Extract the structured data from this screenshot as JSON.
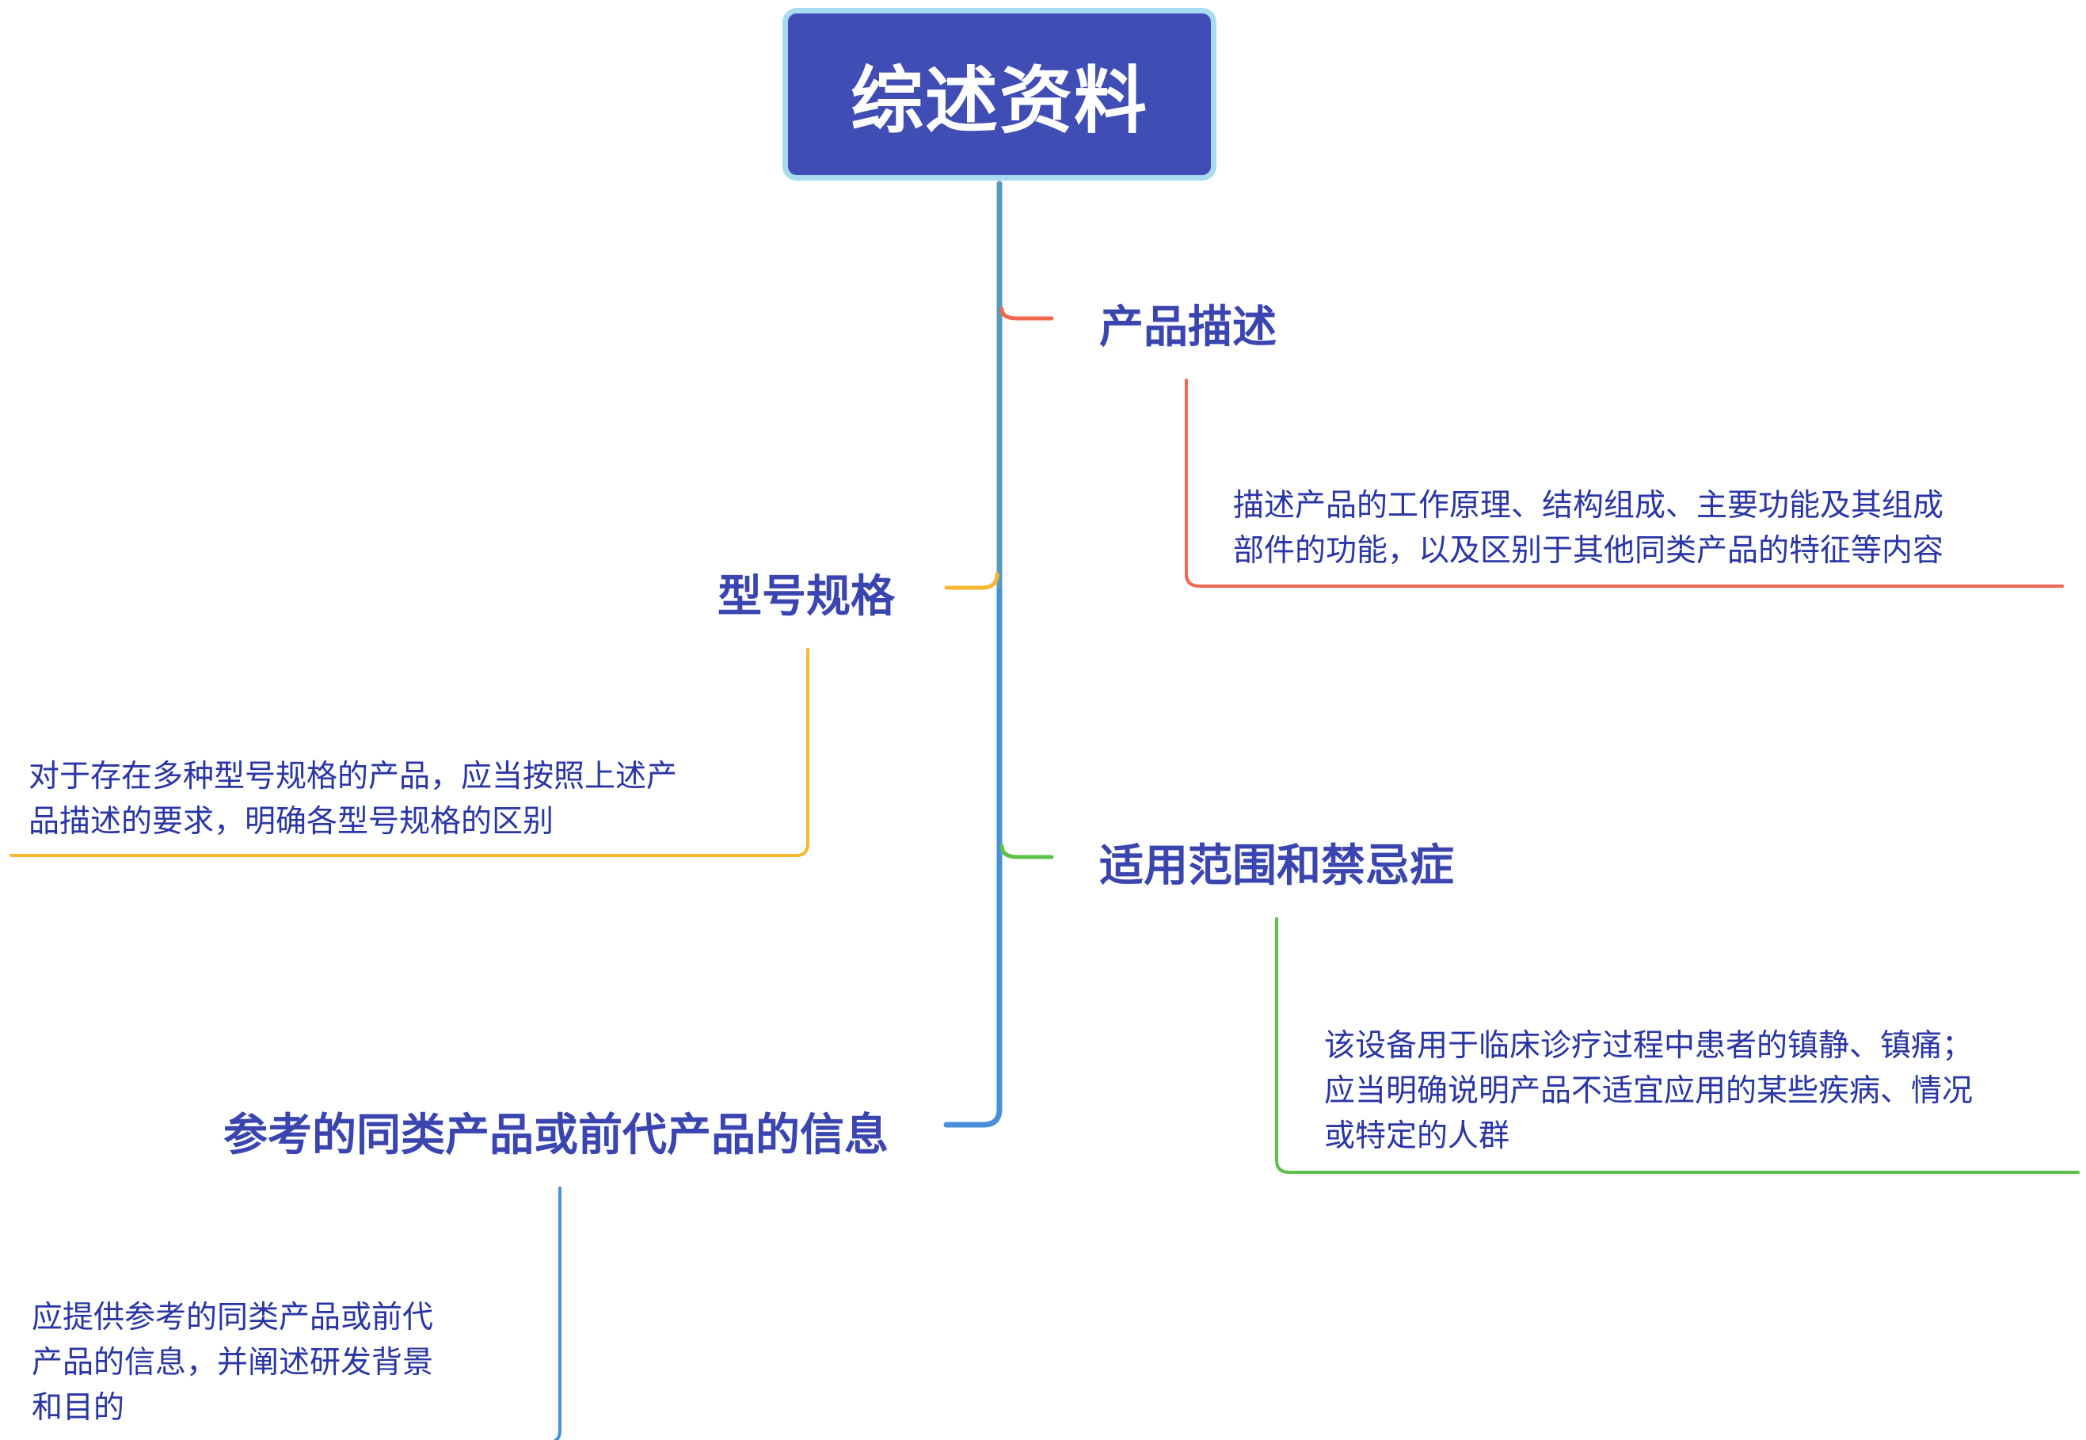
{
  "root": {
    "title": "综述资料",
    "fill": "#3f4db4",
    "border": "#a8daf2"
  },
  "colors": {
    "red": "#f2674f",
    "yellow": "#f7b733",
    "green": "#5cc04a",
    "blue": "#4a8fd9",
    "spine": "#5a9ab8",
    "text": "#3a45b0"
  },
  "branches": [
    {
      "title": "产品描述",
      "color": "#f2674f",
      "description": [
        "描述产品的工作原理、结构组成、主要功能及其组成",
        "部件的功能，以及区别于其他同类产品的特征等内容"
      ]
    },
    {
      "title": "型号规格",
      "color": "#f7b733",
      "description": [
        "对于存在多种型号规格的产品，应当按照上述产",
        "品描述的要求，明确各型号规格的区别"
      ]
    },
    {
      "title": "适用范围和禁忌症",
      "color": "#5cc04a",
      "description": [
        "该设备用于临床诊疗过程中患者的镇静、镇痛；",
        "应当明确说明产品不适宜应用的某些疾病、情况",
        "或特定的人群"
      ]
    },
    {
      "title": "参考的同类产品或前代产品的信息",
      "color": "#4a8fd9",
      "description": [
        "应提供参考的同类产品或前代",
        "产品的信息，并阐述研发背景",
        "和目的"
      ]
    }
  ]
}
